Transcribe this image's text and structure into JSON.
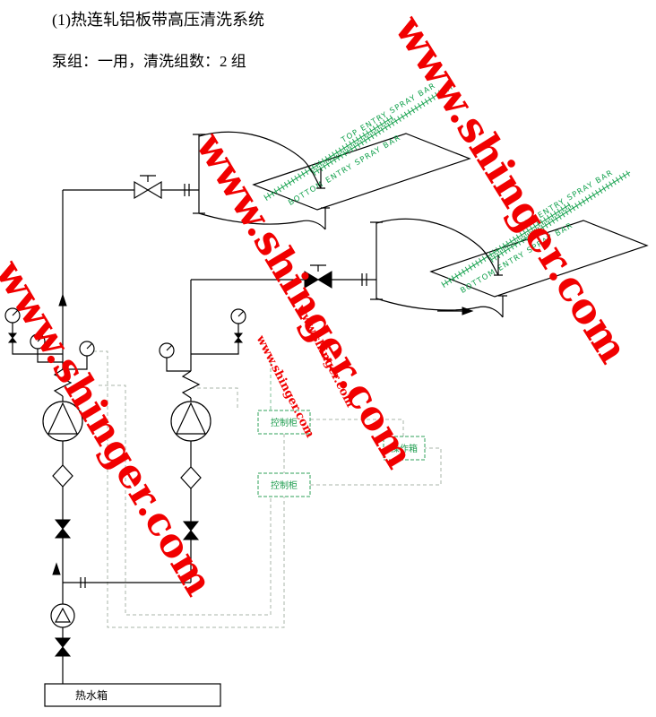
{
  "header": {
    "title": "(1)热连轧铝板带高压清洗系统",
    "subtitle": "泵组：一用，清洗组数：2 组"
  },
  "watermark": {
    "text": "www.shinger.com",
    "color": "#f10000"
  },
  "diagram": {
    "spray_group_1": {
      "top_bar_label": "TOP ENTRY SPRAY BAR",
      "bottom_bar_label": "BOTTOM ENTRY SPRAY BAR"
    },
    "spray_group_2": {
      "top_bar_label": "TOP ENTRY SPRAY BAR",
      "bottom_bar_label": "BOTTOM ENTRY SPRAY BAR"
    },
    "control_cabinet_1": {
      "label": "控制柜"
    },
    "control_cabinet_2": {
      "label": "控制柜"
    },
    "operation_box": {
      "label": "操作箱"
    },
    "hot_water_tank": {
      "label": "热水箱"
    },
    "colors": {
      "pipe": "#000000",
      "spray_green": "#17a24f",
      "cabinet_green": "#2fa05a",
      "wire_dash": "#a9b4a9",
      "watermark_red": "#f10000"
    }
  }
}
